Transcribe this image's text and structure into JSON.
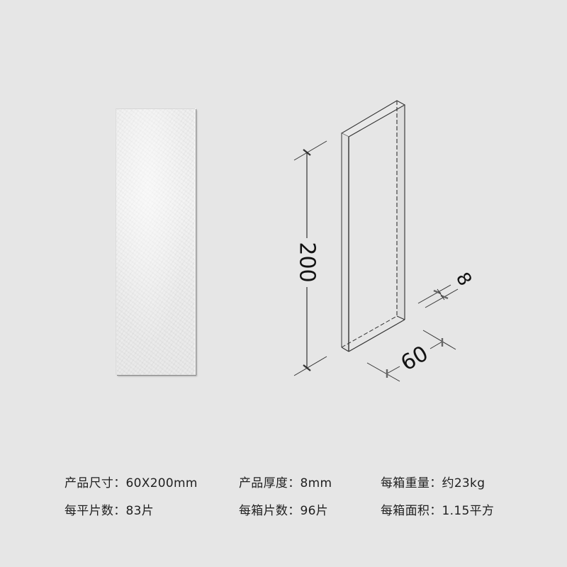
{
  "product_image": {
    "description": "white crackle-glaze rectangular wall tile"
  },
  "diagram": {
    "height_label": "200",
    "width_label": "60",
    "thickness_label": "8"
  },
  "specs": [
    {
      "label": "产品尺寸",
      "separator": "：",
      "value": "60X200mm"
    },
    {
      "label": "产品厚度",
      "separator": "：",
      "value": "8mm"
    },
    {
      "label": "每箱重量",
      "separator": "：",
      "value": "约23kg"
    },
    {
      "label": "每平片数",
      "separator": "：",
      "value": "83片"
    },
    {
      "label": "每箱片数",
      "separator": "：",
      "value": "96片"
    },
    {
      "label": "每箱面积",
      "separator": "：",
      "value": "1.15平方"
    }
  ],
  "colors": {
    "background": "#e6e6e6",
    "tile": "#efefef",
    "line": "#333333",
    "text": "#1f1f1f"
  }
}
